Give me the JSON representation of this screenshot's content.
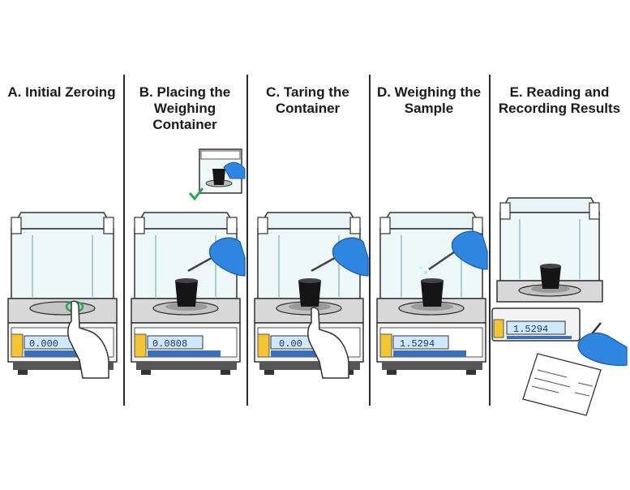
{
  "steps": [
    {
      "label": "A. Initial Zeroing",
      "display": "0.000"
    },
    {
      "label": "B. Placing the\nWeighing\nContainer",
      "display": "0.0808"
    },
    {
      "label": "C. Taring the\nContainer",
      "display": "0.00"
    },
    {
      "label": "D. Weighing the\nSample",
      "display": "1.5294"
    },
    {
      "label": "E. Reading and\nRecording Results",
      "display": "1.5294"
    }
  ],
  "colors": {
    "glove": "#2f86e0",
    "check": "#2aa84a",
    "screen": "#cfe7ff",
    "panel_blue": "#3b6fb6",
    "beaker": "#151515"
  }
}
